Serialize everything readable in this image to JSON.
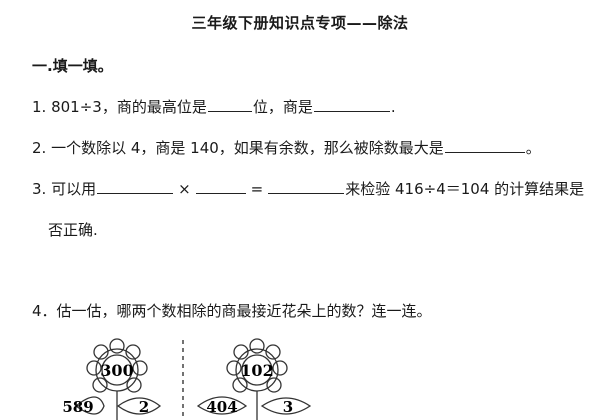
{
  "title": "三年级下册知识点专项——除法",
  "section1": "一.填一填。",
  "q1": {
    "a": "1.  801÷3，商的最高位是",
    "b": "位，商是",
    "c": "."
  },
  "q2": {
    "a": "2.  一个数除以 4，商是 140，如果有余数，那么被除数最大是",
    "b": "。"
  },
  "q3": {
    "a": "3. 可以用",
    "times": "×",
    "eq": "=",
    "b": "来检验 416÷4＝104 的计算结果是",
    "c": "否正确."
  },
  "q4": "4．估一估，哪两个数相除的商最接近花朵上的数？连一连。",
  "flowers": {
    "left": "300",
    "right": "102"
  },
  "leaves": {
    "l1": "589",
    "l2": "2",
    "r1": "404",
    "r2": "3"
  }
}
